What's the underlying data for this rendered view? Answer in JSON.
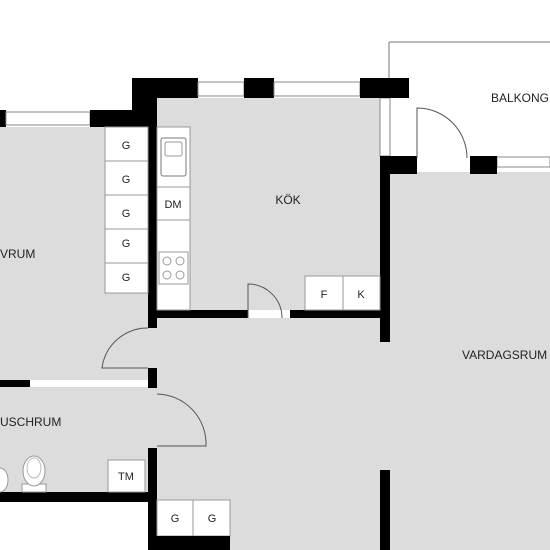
{
  "rooms": {
    "balcony": "BALKONG",
    "kitchen": "KÖK",
    "bedroom": "VRUM",
    "bathroom": "USCHRUM",
    "living": "VARDAGSRUM"
  },
  "fixtures": {
    "bedroom_wardrobes": [
      "G",
      "G",
      "G",
      "G",
      "G"
    ],
    "dishwasher": "DM",
    "freezer": "F",
    "fridge": "K",
    "washer": "TM",
    "hall_wardrobes": [
      "G",
      "G"
    ]
  },
  "colors": {
    "wall": "#000000",
    "floor": "#dcdcdc",
    "exterior": "#ffffff",
    "door_arc": "#555555"
  }
}
